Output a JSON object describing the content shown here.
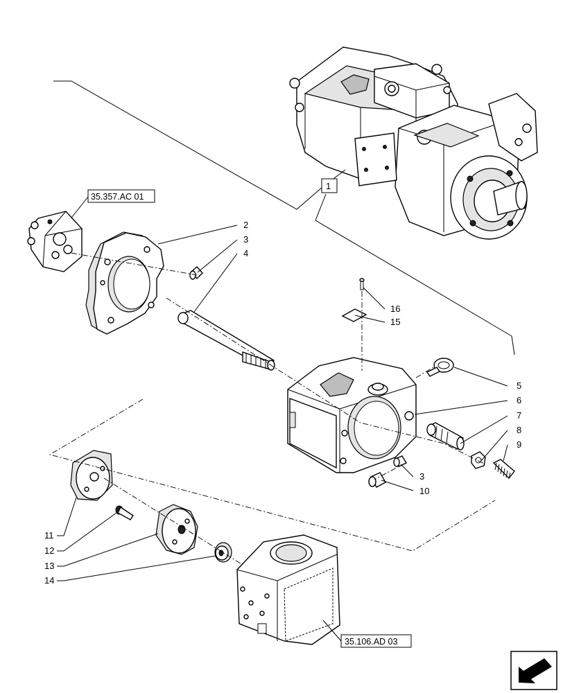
{
  "callouts": {
    "c1": "1",
    "c2": "2",
    "c3a": "3",
    "c3b": "3",
    "c4": "4",
    "c5": "5",
    "c6": "6",
    "c7": "7",
    "c8": "8",
    "c9": "9",
    "c10": "10",
    "c11": "11",
    "c12": "12",
    "c13": "13",
    "c14": "14",
    "c15": "15",
    "c16": "16"
  },
  "references": {
    "top_left": "35.357.AC 01",
    "bottom": "35.106.AD 03"
  },
  "nav_icon": "arrow-down-left-icon"
}
